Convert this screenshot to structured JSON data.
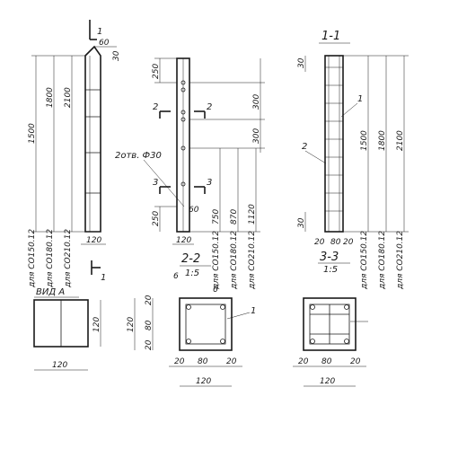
{
  "views": {
    "section_1_1": "1-1",
    "section_2_2": "2-2",
    "section_3_3": "3-3",
    "scale": "1:5",
    "view_a": "ВИД А",
    "cut_1": "1",
    "cut_2": "2",
    "cut_3": "3"
  },
  "labels": {
    "hole_note": "2отв. Ф30",
    "callout_1": "1",
    "callout_2": "2"
  },
  "dims": {
    "d1500": "1500",
    "d1800": "1800",
    "d2100": "2100",
    "d120": "120",
    "d60": "60",
    "d30": "30",
    "d250": "250",
    "d300": "300",
    "d750": "750",
    "d870": "870",
    "d1120": "1120",
    "d80": "80",
    "d20": "20",
    "d6": "6"
  },
  "types": {
    "co150": "для СО150.12",
    "co180": "для СО180.12",
    "co210": "для СО210.12"
  }
}
